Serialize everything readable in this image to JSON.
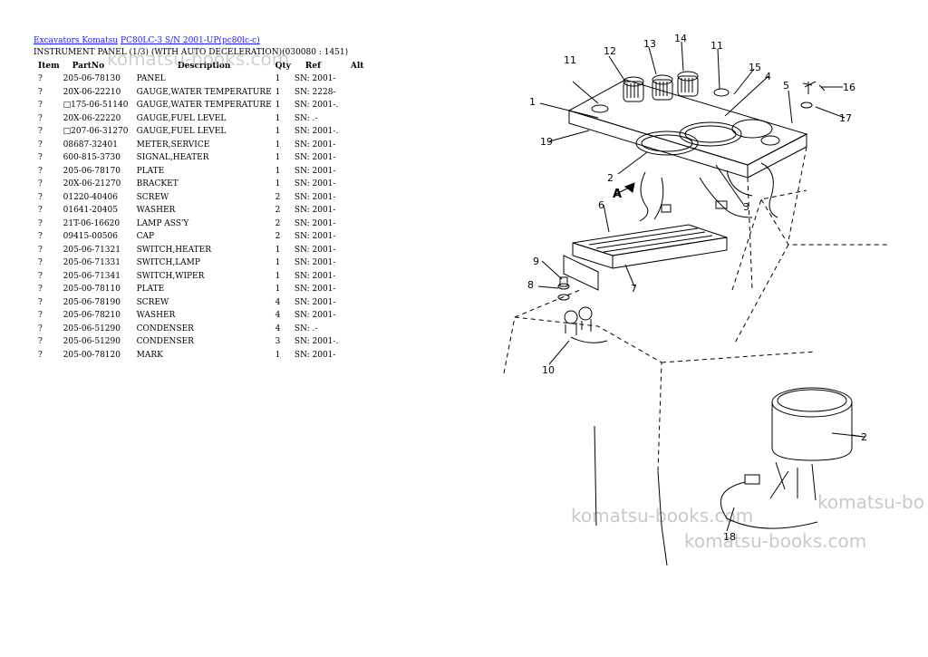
{
  "breadcrumb": {
    "link1": "Excavators Komatsu",
    "link2": "PC80LC-3 S/N 2001-UP(pc80lc-c)"
  },
  "subtitle": "INSTRUMENT PANEL (1/3) (WITH AUTO DECELERATION)(030080 : 1451)",
  "table": {
    "headers": [
      "Item",
      "PartNo",
      "Description",
      "Qty",
      "Ref",
      "Alt"
    ],
    "rows": [
      {
        "item": "?",
        "part": "205-06-78130",
        "desc": "PANEL",
        "qty": "1",
        "ref": "SN: 2001-"
      },
      {
        "item": "?",
        "part": "20X-06-22210",
        "desc": "GAUGE,WATER TEMPERATURE",
        "qty": "1",
        "ref": "SN: 2228-"
      },
      {
        "item": "?",
        "part": "□175-06-51140",
        "desc": "GAUGE,WATER TEMPERATURE",
        "qty": "1",
        "ref": "SN: 2001-."
      },
      {
        "item": "?",
        "part": "20X-06-22220",
        "desc": "GAUGE,FUEL LEVEL",
        "qty": "1",
        "ref": "SN: .-"
      },
      {
        "item": "?",
        "part": "□207-06-31270",
        "desc": "GAUGE,FUEL LEVEL",
        "qty": "1",
        "ref": "SN: 2001-."
      },
      {
        "item": "?",
        "part": "08687-32401",
        "desc": "METER,SERVICE",
        "qty": "1",
        "ref": "SN: 2001-"
      },
      {
        "item": "?",
        "part": "600-815-3730",
        "desc": "SIGNAL,HEATER",
        "qty": "1",
        "ref": "SN: 2001-"
      },
      {
        "item": "?",
        "part": "205-06-78170",
        "desc": "PLATE",
        "qty": "1",
        "ref": "SN: 2001-"
      },
      {
        "item": "?",
        "part": "20X-06-21270",
        "desc": "BRACKET",
        "qty": "1",
        "ref": "SN: 2001-"
      },
      {
        "item": "?",
        "part": "01220-40406",
        "desc": "SCREW",
        "qty": "2",
        "ref": "SN: 2001-"
      },
      {
        "item": "?",
        "part": "01641-20405",
        "desc": "WASHER",
        "qty": "2",
        "ref": "SN: 2001-"
      },
      {
        "item": "?",
        "part": "21T-06-16620",
        "desc": "LAMP ASS'Y",
        "qty": "2",
        "ref": "SN: 2001-"
      },
      {
        "item": "?",
        "part": "09415-00506",
        "desc": "CAP",
        "qty": "2",
        "ref": "SN: 2001-"
      },
      {
        "item": "?",
        "part": "205-06-71321",
        "desc": "SWITCH,HEATER",
        "qty": "1",
        "ref": "SN: 2001-"
      },
      {
        "item": "?",
        "part": "205-06-71331",
        "desc": "SWITCH,LAMP",
        "qty": "1",
        "ref": "SN: 2001-"
      },
      {
        "item": "?",
        "part": "205-06-71341",
        "desc": "SWITCH,WIPER",
        "qty": "1",
        "ref": "SN: 2001-"
      },
      {
        "item": "?",
        "part": "205-00-78110",
        "desc": "PLATE",
        "qty": "1",
        "ref": "SN: 2001-"
      },
      {
        "item": "?",
        "part": "205-06-78190",
        "desc": "SCREW",
        "qty": "4",
        "ref": "SN: 2001-"
      },
      {
        "item": "?",
        "part": "205-06-78210",
        "desc": "WASHER",
        "qty": "4",
        "ref": "SN: 2001-"
      },
      {
        "item": "?",
        "part": "205-06-51290",
        "desc": "CONDENSER",
        "qty": "4",
        "ref": "SN: .-"
      },
      {
        "item": "?",
        "part": "205-06-51290",
        "desc": "CONDENSER",
        "qty": "3",
        "ref": "SN: 2001-."
      },
      {
        "item": "?",
        "part": "205-00-78120",
        "desc": "MARK",
        "qty": "1",
        "ref": "SN: 2001-"
      }
    ]
  },
  "watermark": "komatsu-books.com",
  "watermark_partial": "komatsu-bo",
  "diagram": {
    "callouts": [
      "1",
      "2",
      "2",
      "3",
      "4",
      "5",
      "6",
      "7",
      "8",
      "9",
      "10",
      "11",
      "11",
      "12",
      "13",
      "14",
      "15",
      "16",
      "17",
      "18",
      "19"
    ],
    "view_label": "A"
  }
}
